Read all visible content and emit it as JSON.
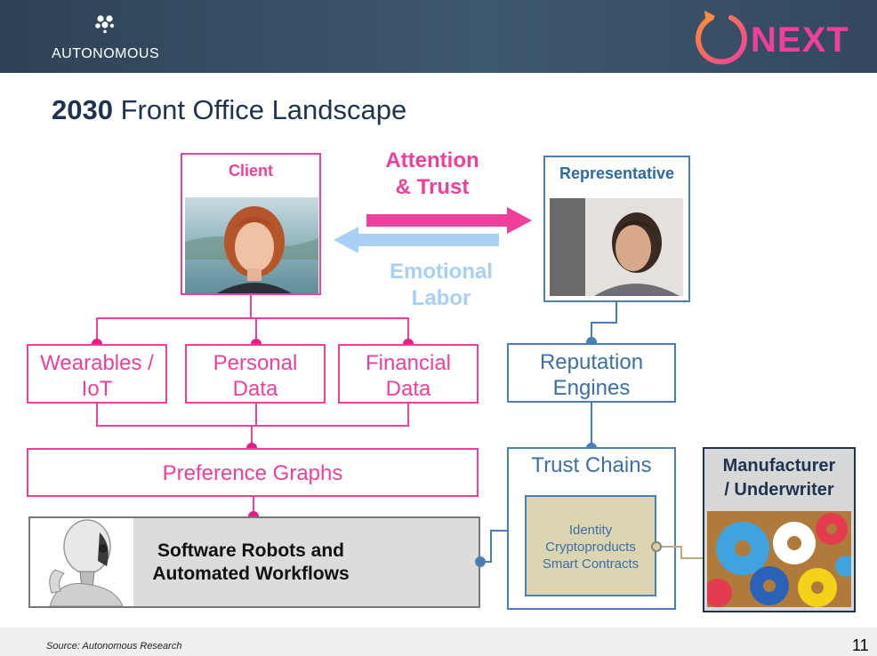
{
  "header": {
    "brand_name": "AUTONOMOUS",
    "next_label": "NEXT"
  },
  "title": {
    "year": "2030",
    "text": " Front Office Landscape"
  },
  "client": {
    "label": "Client"
  },
  "representative": {
    "label": "Representative"
  },
  "arrows": {
    "to_right": {
      "line1": "Attention",
      "line2": "& Trust"
    },
    "to_left": {
      "line1": "Emotional",
      "line2": "Labor"
    }
  },
  "client_nodes": [
    {
      "line1": "Wearables /",
      "line2": "IoT"
    },
    {
      "line1": "Personal",
      "line2": "Data"
    },
    {
      "line1": "Financial",
      "line2": "Data"
    }
  ],
  "preference_graphs": "Preference Graphs",
  "software_robots": {
    "line1": "Software Robots and",
    "line2": "Automated Workflows"
  },
  "reputation_engines": {
    "line1": "Reputation",
    "line2": "Engines"
  },
  "trust_chains": {
    "label": "Trust Chains",
    "items": [
      "Identity",
      "Cryptoproducts",
      "Smart Contracts"
    ]
  },
  "manufacturer": {
    "line1": "Manufacturer",
    "line2": "/ Underwriter"
  },
  "footer": {
    "source": "Source: Autonomous Research",
    "page_number": "11"
  },
  "colors": {
    "pink": "#ee3f9d",
    "light_blue": "#a8d0f5",
    "blue": "#4a7eb5",
    "navy": "#1e3350"
  }
}
